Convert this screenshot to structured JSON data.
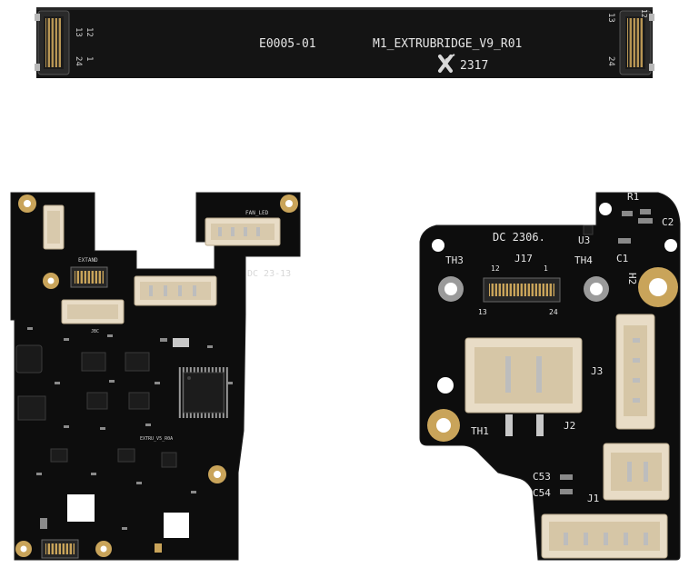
{
  "flex_cable": {
    "part_number": "E0005-01",
    "board_name": "M1_EXTRUBRIDGE_V9_R01",
    "date_code": "2317",
    "pin_12": "12",
    "pin_13": "13",
    "pin_24": "24",
    "pin_1": "1"
  },
  "left_board": {
    "fan_led_label": "FAN_LED",
    "date_code": "DC 23-13",
    "extrude_label": "EXTAND",
    "bottom_label": "EXTRU_V5_R0A",
    "small_label": "JBC"
  },
  "right_board": {
    "date_code": "DC 2306.",
    "r1": "R1",
    "c2": "C2",
    "u3": "U3",
    "c1": "C1",
    "th3": "TH3",
    "j17": "J17",
    "th4": "TH4",
    "h2": "H2",
    "pin_12": "12",
    "pin_1": "1",
    "pin_13": "13",
    "pin_24": "24",
    "j3": "J3",
    "th1": "TH1",
    "j2": "J2",
    "c53": "C53",
    "c54": "C54",
    "j1": "J1"
  },
  "colors": {
    "pcb": "#0d0d0d",
    "silkscreen": "#e6e6e6",
    "gold": "#c9a45a",
    "connector": "#e8dcc6"
  }
}
